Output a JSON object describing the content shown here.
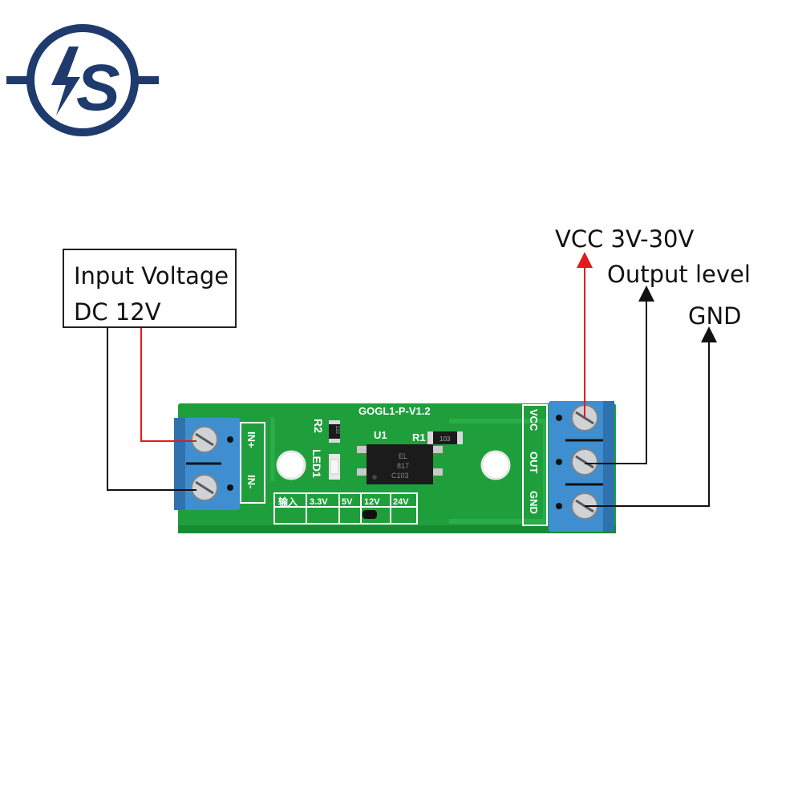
{
  "logo": {
    "icon": "lightning-s-logo",
    "color": "#1f3b6e"
  },
  "input_box": {
    "line1": "Input Voltage",
    "line2": "DC 12V"
  },
  "outputs": {
    "vcc": "VCC 3V-30V",
    "output_level": "Output level",
    "gnd": "GND"
  },
  "board": {
    "title": "GOGL1-P-V1.2",
    "u1": "U1",
    "r1": "R1",
    "r2": "R2",
    "led1": "LED1",
    "in_plus": "IN+",
    "in_minus": "IN-",
    "pin_vcc": "VCC",
    "pin_out": "OUT",
    "pin_gnd": "GND",
    "chip_lines": [
      "EL",
      "817",
      "C103"
    ],
    "r1_code": "103",
    "r2_code": "222",
    "voltage_input_label": "输入",
    "voltage_options": [
      "3.3V",
      "5V",
      "12V",
      "24V"
    ]
  },
  "colors": {
    "pcb": "#1f9f3c",
    "terminal": "#3f8fd0",
    "wire_power": "#e21b1b",
    "wire_signal": "#111111"
  }
}
